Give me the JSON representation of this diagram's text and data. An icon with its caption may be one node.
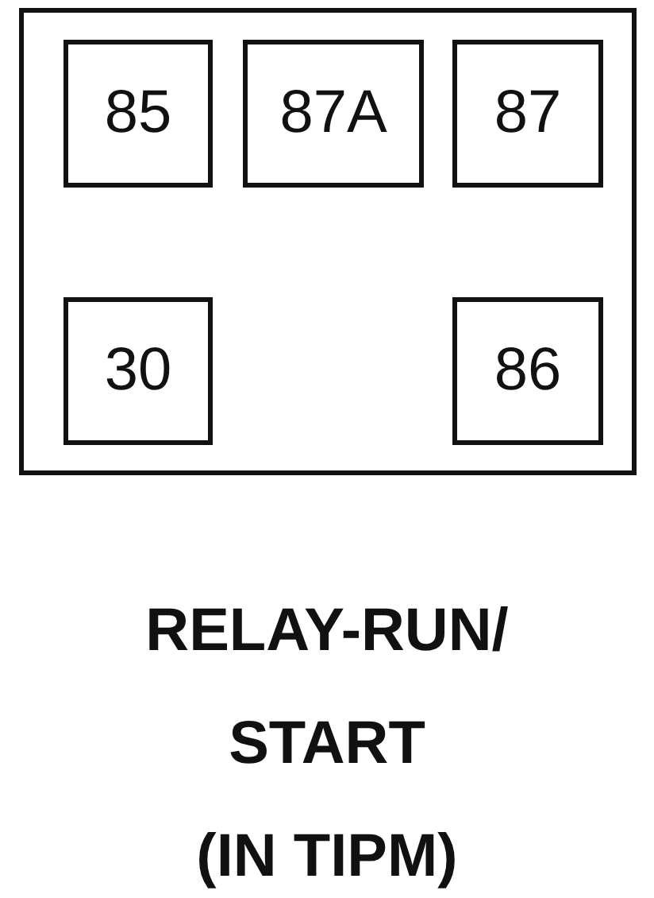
{
  "diagram": {
    "caption": "RELAY-RUN/ START (IN TIPM)",
    "nodes": [
      {
        "text": [],
        "shape": "box"
      },
      {
        "text": [
          "85"
        ],
        "in": 0
      },
      {
        "text": [
          "87A"
        ],
        "in": 0
      },
      {
        "text": [
          "87"
        ],
        "in": 0
      },
      {
        "text": [
          "30"
        ],
        "in": 0
      },
      {
        "text": [
          "86"
        ],
        "in": 0
      }
    ]
  }
}
